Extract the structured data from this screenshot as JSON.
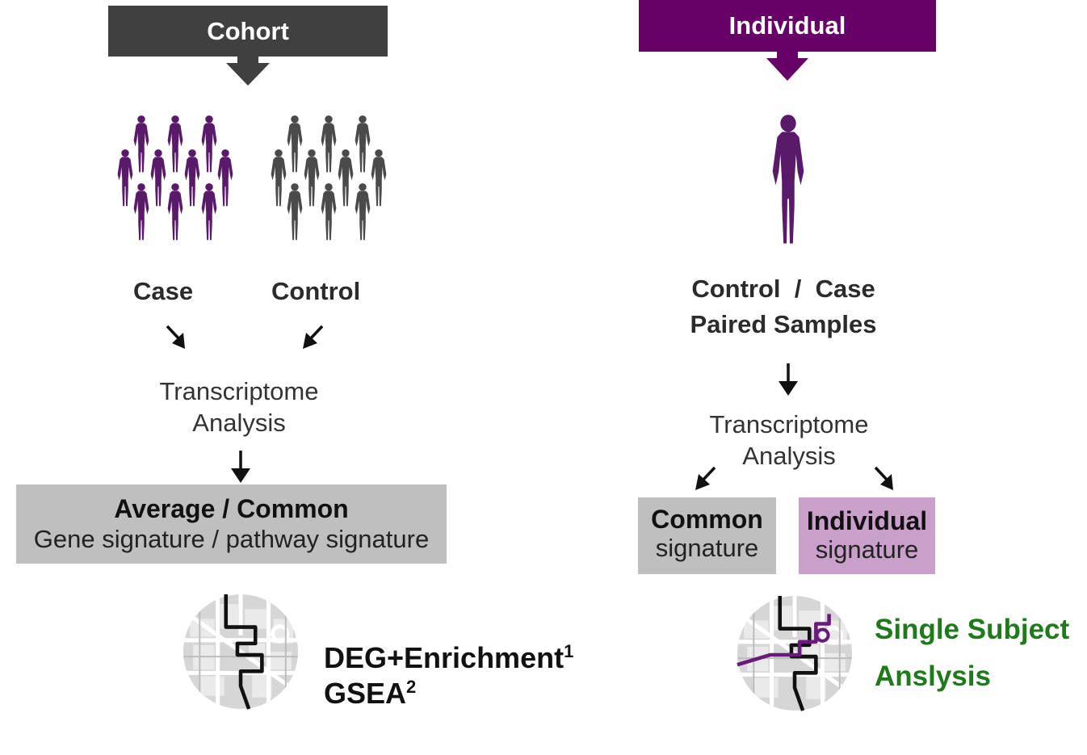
{
  "colors": {
    "cohort_header": "#404040",
    "individual_header": "#660066",
    "case_figure": "#5a1a6a",
    "control_figure": "#4a4a4a",
    "gray_box": "#bfbfbf",
    "purple_box": "#c9a0c9",
    "green_text": "#1e7a1a"
  },
  "cohort": {
    "header": "Cohort",
    "case_label": "Case",
    "control_label": "Control",
    "analysis_line1": "Transcriptome",
    "analysis_line2": "Analysis",
    "box_title": "Average / Common",
    "box_subtitle": "Gene signature / pathway signature",
    "method1": "DEG+Enrichment",
    "method1_ref": "1",
    "method2": "GSEA",
    "method2_ref": "2",
    "icons": [
      "case-people-group-icon",
      "control-people-group-icon",
      "pathway-map-icon"
    ]
  },
  "individual": {
    "header": "Individual",
    "samples_line1": "Control  /  Case",
    "samples_line2": "Paired Samples",
    "analysis_line1": "Transcriptome",
    "analysis_line2": "Analysis",
    "common_title": "Common",
    "common_sub": "signature",
    "individual_title": "Individual",
    "individual_sub": "signature",
    "result_line1": "Single Subject",
    "result_line2": "Anslysis",
    "icons": [
      "person-figure-icon",
      "pathway-map-icon"
    ]
  }
}
